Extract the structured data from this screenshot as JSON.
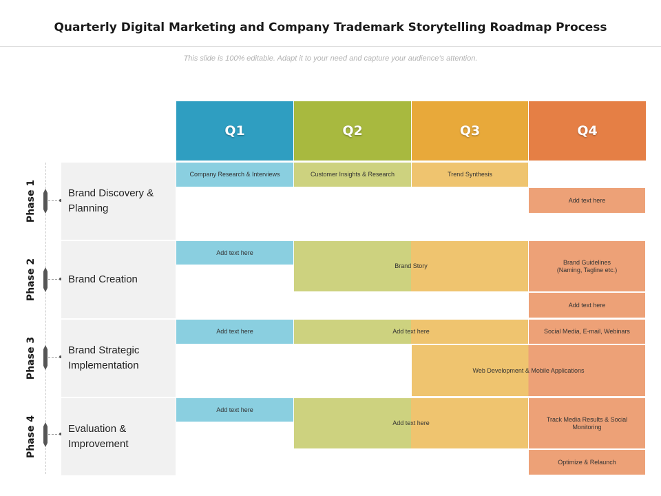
{
  "title": "Quarterly Digital Marketing and Company Trademark Storytelling Roadmap Process",
  "subtitle": "This slide is 100% editable. Adapt it to your need and capture your audience’s attention.",
  "colors": {
    "q1": "#2f9ec1",
    "q2": "#a8b93f",
    "q3": "#e8a93a",
    "q4": "#e57f45",
    "q1_light": "#8acfe0",
    "q2_light": "#cdd27f",
    "q3_light": "#efc46f",
    "q4_light": "#eda177",
    "row_label_bg": "#f1f1f1"
  },
  "quarters": [
    "Q1",
    "Q2",
    "Q3",
    "Q4"
  ],
  "phases": [
    {
      "phase": "Phase 1",
      "label": "Brand Discovery & Planning"
    },
    {
      "phase": "Phase 2",
      "label": "Brand Creation"
    },
    {
      "phase": "Phase 3",
      "label": "Brand Strategic Implementation"
    },
    {
      "phase": "Phase 4",
      "label": "Evaluation & Improvement"
    }
  ],
  "cells": {
    "company_research": "Company Research & Interviews",
    "customer_insights": "Customer Insights & Research",
    "trend_synthesis": "Trend Synthesis",
    "p1_q4_add": "Add text here",
    "p2_q1_add": "Add text here",
    "brand_story": "Brand Story",
    "brand_guidelines": "Brand Guidelines\n(Naming, Tagline etc.)",
    "p2_q4_add": "Add text here",
    "p3_q1_add": "Add text here",
    "p3_q23_add": "Add text here",
    "social_media": "Social Media, E-mail, Webinars",
    "web_dev": "Web Development & Mobile Applications",
    "p4_q1_add": "Add text here",
    "p4_q23_add": "Add text here",
    "track_media": "Track Media Results & Social Monitoring",
    "optimize": "Optimize & Relaunch"
  }
}
